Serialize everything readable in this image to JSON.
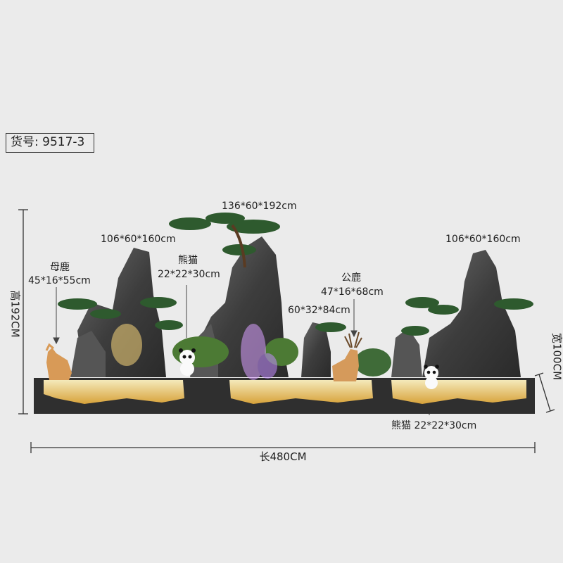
{
  "model_number": "货号: 9517-3",
  "dims": {
    "height_total": "高192CM",
    "length_total": "长480CM",
    "width_total": "宽100CM"
  },
  "labels": {
    "left_rock": "106*60*160cm",
    "center_rock": "136*60*192cm",
    "right_rock": "106*60*160cm",
    "doe_name": "母鹿",
    "doe_size": "45*16*55cm",
    "panda_top_name": "熊猫",
    "panda_top_size": "22*22*30cm",
    "stag_name": "公鹿",
    "stag_size": "47*16*68cm",
    "small_rock": "60*32*84cm",
    "panda_bottom": "熊猫 22*22*30cm"
  },
  "colors": {
    "background": "#ebebeb",
    "rock": "#4a4a4a",
    "basin": "#2f2f2f",
    "water": "#f2d27a",
    "pine": "#2e5a2e"
  }
}
